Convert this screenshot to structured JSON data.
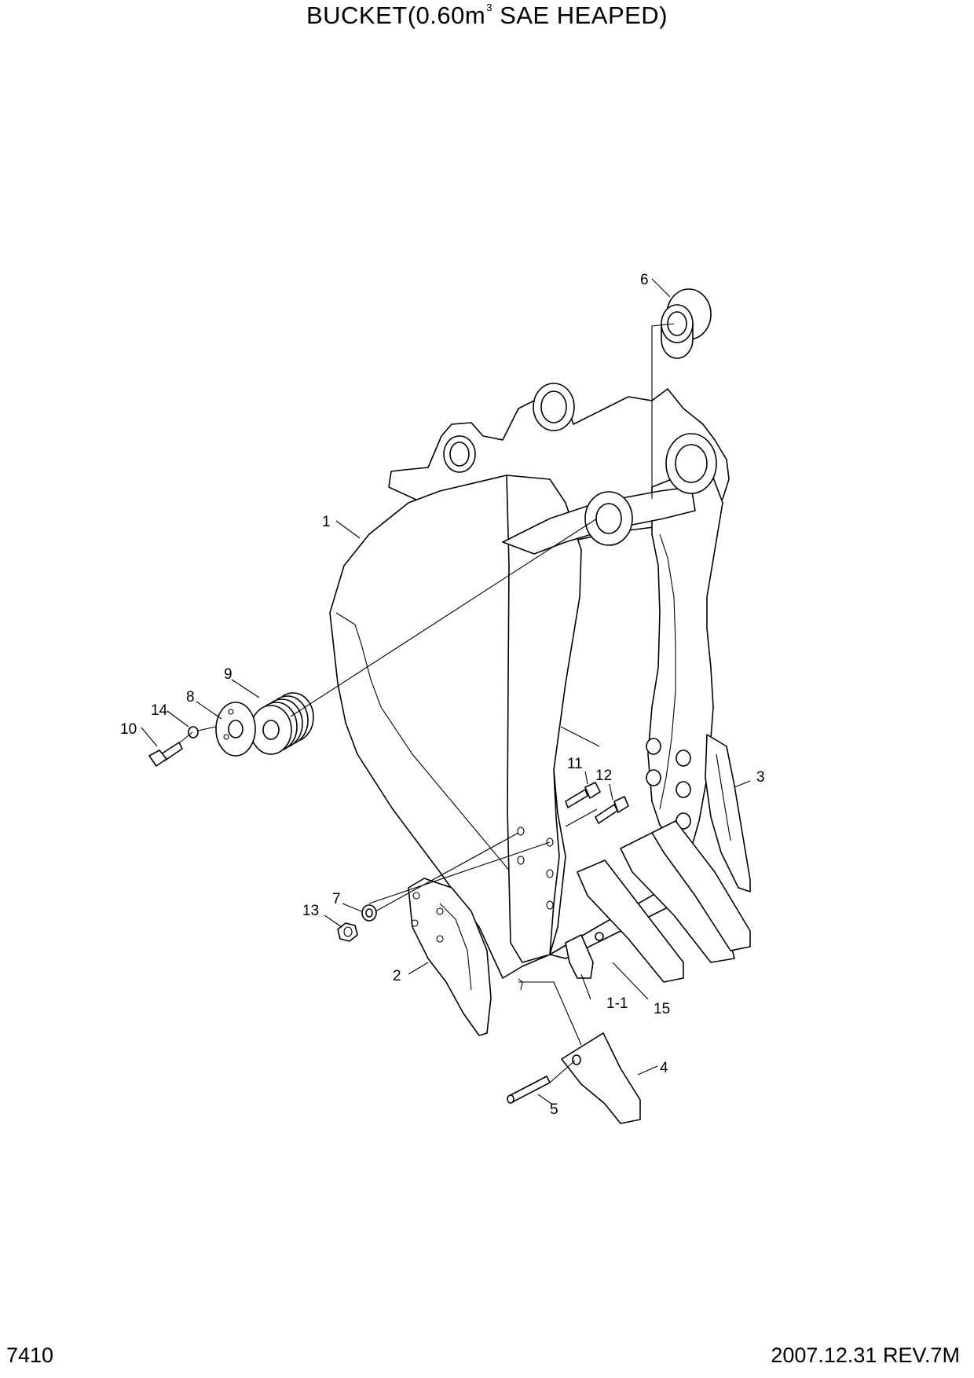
{
  "header": {
    "title_main": "BUCKET(0.60m",
    "title_sup": "3",
    "title_tail": " SAE HEAPED)"
  },
  "footer": {
    "page_code": "7410",
    "revision": "2007.12.31  REV.7M"
  },
  "callouts": [
    {
      "id": "c1",
      "label": "1"
    },
    {
      "id": "c1_1",
      "label": "1-1"
    },
    {
      "id": "c2",
      "label": "2"
    },
    {
      "id": "c3",
      "label": "3"
    },
    {
      "id": "c4",
      "label": "4"
    },
    {
      "id": "c5",
      "label": "5"
    },
    {
      "id": "c6",
      "label": "6"
    },
    {
      "id": "c7",
      "label": "7"
    },
    {
      "id": "c8",
      "label": "8"
    },
    {
      "id": "c9",
      "label": "9"
    },
    {
      "id": "c10",
      "label": "10"
    },
    {
      "id": "c11",
      "label": "11"
    },
    {
      "id": "c12",
      "label": "12"
    },
    {
      "id": "c13",
      "label": "13"
    },
    {
      "id": "c14",
      "label": "14"
    },
    {
      "id": "c15",
      "label": "15"
    }
  ]
}
